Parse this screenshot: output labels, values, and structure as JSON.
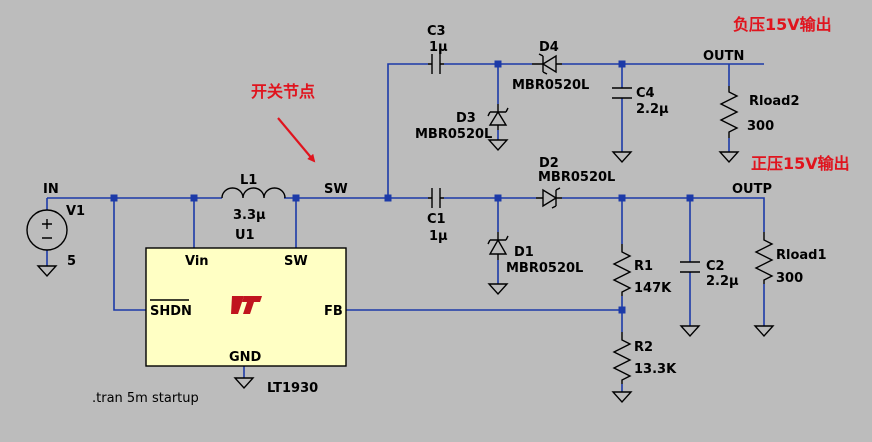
{
  "annotations": {
    "switch_node_note": "开关节点",
    "negative_output_note": "负压15V输出",
    "positive_output_note": "正压15V输出",
    "directive": ".tran 5m startup"
  },
  "nets": {
    "in": "IN",
    "sw": "SW",
    "outn": "OUTN",
    "outp": "OUTP"
  },
  "ic": {
    "ref": "U1",
    "part": "LT1930",
    "pins": {
      "vin": "Vin",
      "sw": "SW",
      "shdn": "SHDN",
      "fb": "FB",
      "gnd": "GND"
    }
  },
  "components": {
    "v1": {
      "ref": "V1",
      "value": "5"
    },
    "l1": {
      "ref": "L1",
      "value": "3.3μ"
    },
    "c1": {
      "ref": "C1",
      "value": "1μ"
    },
    "c2": {
      "ref": "C2",
      "value": "2.2μ"
    },
    "c3": {
      "ref": "C3",
      "value": "1μ"
    },
    "c4": {
      "ref": "C4",
      "value": "2.2μ"
    },
    "d1": {
      "ref": "D1",
      "value": "MBR0520L"
    },
    "d2": {
      "ref": "D2",
      "value": "MBR0520L"
    },
    "d3": {
      "ref": "D3",
      "value": "MBR0520L"
    },
    "d4": {
      "ref": "D4",
      "value": "MBR0520L"
    },
    "r1": {
      "ref": "R1",
      "value": "147K"
    },
    "r2": {
      "ref": "R2",
      "value": "13.3K"
    },
    "rload1": {
      "ref": "Rload1",
      "value": "300"
    },
    "rload2": {
      "ref": "Rload2",
      "value": "300"
    }
  },
  "colors": {
    "background": "#bcbcbc",
    "wire": "#1c3aa8",
    "component": "#000000",
    "ic_fill": "#ffffc4",
    "annotation_red": "#e0141e"
  }
}
